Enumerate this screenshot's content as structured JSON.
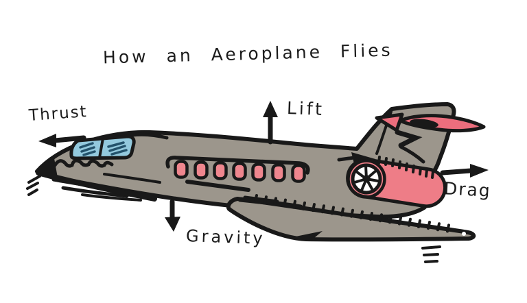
{
  "title": "How an Aeroplane Flies",
  "forces": {
    "thrust": {
      "label": "Thrust",
      "direction": "left"
    },
    "lift": {
      "label": "Lift",
      "direction": "up"
    },
    "drag": {
      "label": "Drag",
      "direction": "right"
    },
    "gravity": {
      "label": "Gravity",
      "direction": "down"
    }
  },
  "icons": {
    "thrust_arrow": "arrow-left-icon",
    "lift_arrow": "arrow-up-icon",
    "drag_arrow": "arrow-right-icon",
    "gravity_arrow": "arrow-down-icon"
  },
  "illustration": {
    "subject": "hand-drawn cartoon jet aeroplane, side view, nose pointing left",
    "passenger_window_count": 7,
    "colors": {
      "background": "#ffffff",
      "outline": "#191919",
      "body_gray": "#9c968c",
      "window_pink": "#ef868e",
      "engine_pink": "#ee7d87",
      "fin_pink": "#ec6e7d",
      "cockpit_blue": "#93c9dd",
      "cockpit_hatch": "#23526b",
      "white": "#ffffff"
    }
  }
}
